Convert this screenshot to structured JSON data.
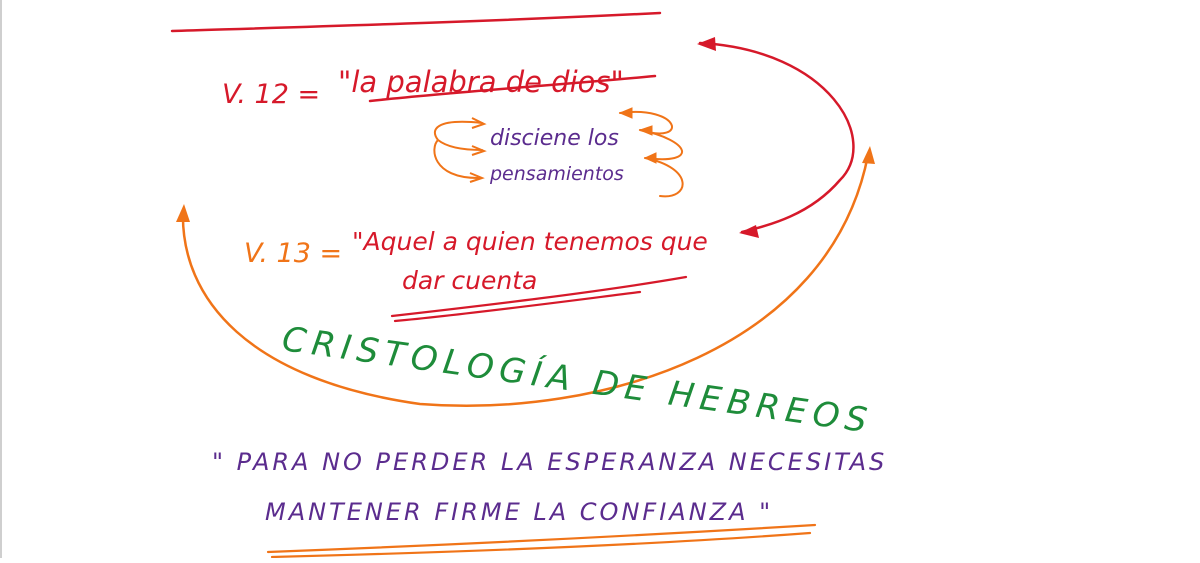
{
  "note": {
    "v12_label": "V. 12 =",
    "v12_text": "\"la palabra de dios\"",
    "discerns_line1": "disciene los",
    "discerns_line2": "pensamientos",
    "v13_label": "V. 13 =",
    "v13_line1": "\"Aquel a quien tenemos que",
    "v13_line2": "dar cuenta",
    "heading": "CRISTOLOGÍA DE HEBREOS",
    "quote_line1": "\" PARA NO PERDER LA ESPERANZA NECESITAS",
    "quote_line2": "MANTENER FIRME LA CONFIANZA \""
  },
  "colors": {
    "red": "#d6192a",
    "orange": "#f07418",
    "purple": "#5b2c8e",
    "green": "#1e8c3a"
  }
}
